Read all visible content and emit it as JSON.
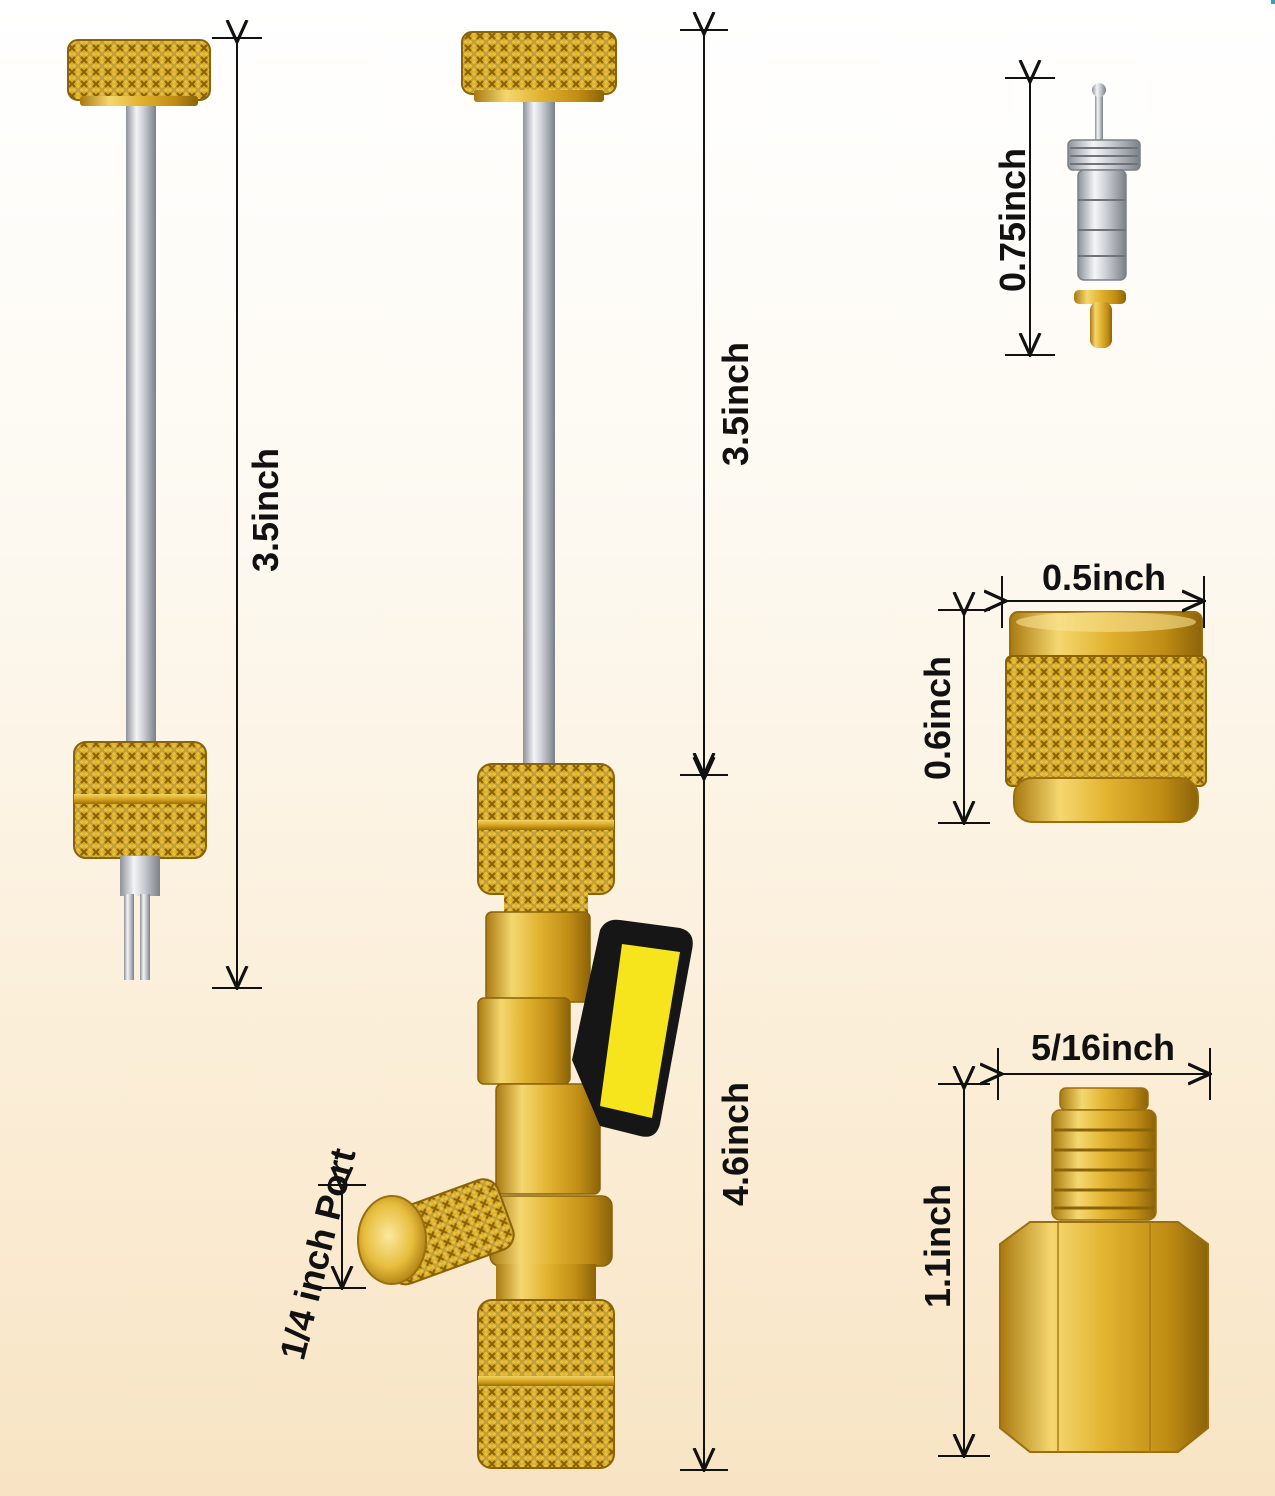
{
  "dimensions": {
    "core_tool_length": "3.5inch",
    "valve_tool_rod_length": "3.5inch",
    "valve_body_length": "4.6inch",
    "side_port": "1/4 inch Port",
    "valve_core_length": "0.75inch",
    "cap_width": "0.5inch",
    "cap_height": "0.6inch",
    "adapter_width": "5/16inch",
    "adapter_height": "1.1inch"
  },
  "colors": {
    "brass": "#d9a81e",
    "brass_light": "#f3d36a",
    "brass_dark": "#9a6f0c",
    "steel": "#c9ccd2",
    "handle_yellow": "#f6e51c",
    "handle_black": "#161616"
  }
}
